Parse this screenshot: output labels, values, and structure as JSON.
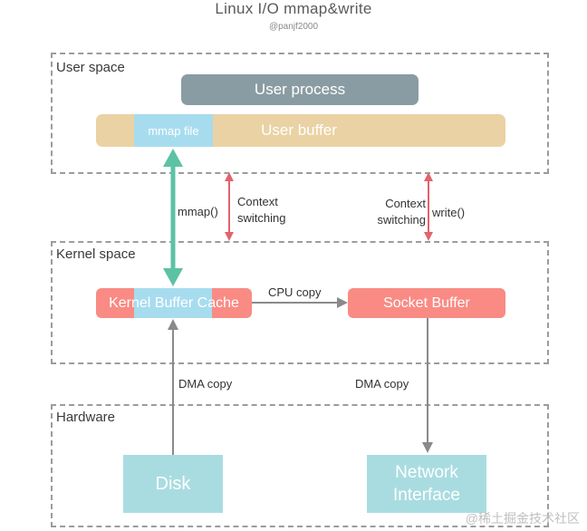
{
  "title": "Linux I/O mmap&write",
  "author": "@panjf2000",
  "regions": {
    "user": "User space",
    "kernel": "Kernel space",
    "hardware": "Hardware"
  },
  "boxes": {
    "user_process": "User process",
    "mmap_file": "mmap file",
    "user_buffer": "User buffer",
    "kernel_buffer_cache": "Kernel Buffer Cache",
    "socket_buffer": "Socket Buffer",
    "disk": "Disk",
    "network_interface": "Network Interface"
  },
  "labels": {
    "mmap_call": "mmap()",
    "context_switching_left": "Context switching",
    "context_switching_right": "Context switching",
    "write_call": "write()",
    "cpu_copy": "CPU copy",
    "dma_copy_left": "DMA copy",
    "dma_copy_right": "DMA copy"
  },
  "watermark": "@稀土掘金技术社区",
  "colors": {
    "user_process": "#8a9ca3",
    "user_buffer": "#ead2a4",
    "mmap_file": "#a7dcef",
    "kernel_red": "#f98b84",
    "hardware_teal": "#a9dce1",
    "green_arrow": "#5cc2a4",
    "red_arrow": "#e3636b",
    "gray_arrow": "#8a8a8a"
  }
}
